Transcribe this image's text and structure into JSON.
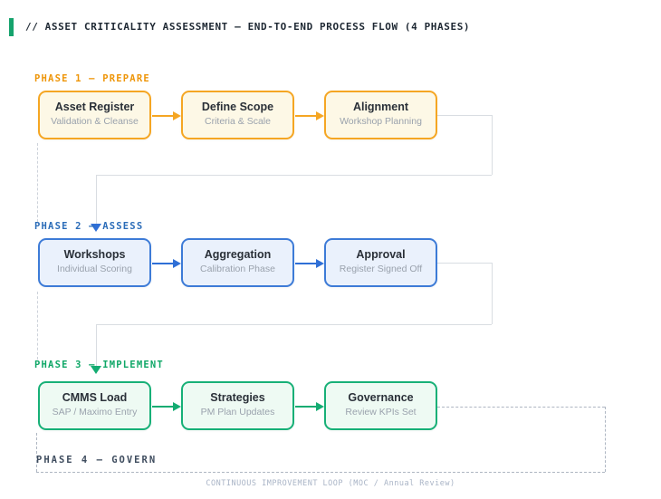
{
  "title": {
    "text": "// ASSET CRITICALITY ASSESSMENT — END-TO-END PROCESS FLOW (4 PHASES)",
    "accent_color": "#16A36D"
  },
  "phases": [
    {
      "label": "PHASE 1 — PREPARE",
      "accent": "#F5A623",
      "fill": "#FDF8E6",
      "boxes": [
        {
          "title": "Asset Register",
          "subtitle": "Validation & Cleanse"
        },
        {
          "title": "Define Scope",
          "subtitle": "Criteria & Scale"
        },
        {
          "title": "Alignment",
          "subtitle": "Workshop Planning"
        }
      ]
    },
    {
      "label": "PHASE 2 — ASSESS",
      "accent": "#3D7BD7",
      "fill": "#EAF1FC",
      "boxes": [
        {
          "title": "Workshops",
          "subtitle": "Individual Scoring"
        },
        {
          "title": "Aggregation",
          "subtitle": "Calibration Phase"
        },
        {
          "title": "Approval",
          "subtitle": "Register Signed Off"
        }
      ]
    },
    {
      "label": "PHASE 3 — IMPLEMENT",
      "accent": "#17B077",
      "fill": "#EEFAF3",
      "boxes": [
        {
          "title": "CMMS Load",
          "subtitle": "SAP / Maximo Entry"
        },
        {
          "title": "Strategies",
          "subtitle": "PM Plan Updates"
        },
        {
          "title": "Governance",
          "subtitle": "Review KPIs Set"
        }
      ]
    },
    {
      "label": "PHASE 4 — GOVERN",
      "accent": "#3E4C5E",
      "fill": "",
      "boxes": []
    }
  ],
  "footer": {
    "text": "CONTINUOUS IMPROVEMENT LOOP (MOC / Annual Review)"
  },
  "colors": {
    "connector_gray": "#D9DDE2",
    "dashed_loop": "#AEB6C2",
    "box_title": "#2A3038",
    "box_subtitle": "#9AA2AD",
    "title_text": "#1E2833"
  }
}
